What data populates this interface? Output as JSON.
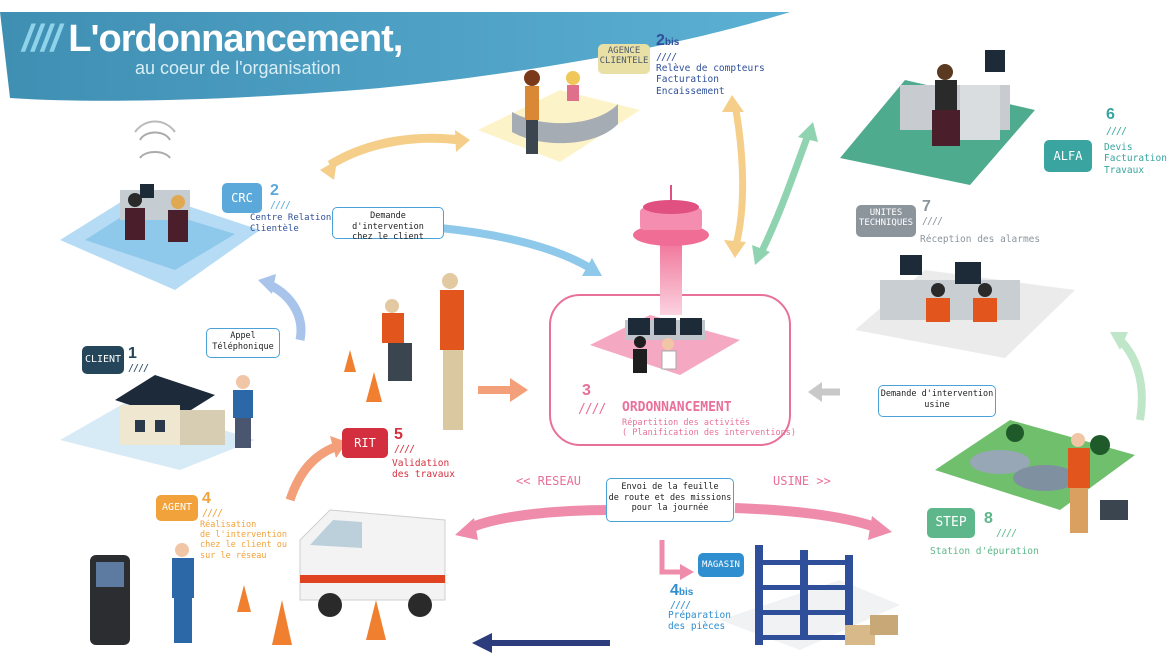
{
  "header": {
    "slashes": "////",
    "title": "L'ordonnancement,",
    "subtitle": "au coeur de l'organisation"
  },
  "nodes": {
    "agence": {
      "tag": "AGENCE\nCLIENTELE",
      "number": "2",
      "suffix": "bis",
      "slashes": "////",
      "desc": "Relève de compteurs\nFacturation\nEncaissement"
    },
    "crc": {
      "tag": "CRC",
      "number": "2",
      "slashes": "////",
      "desc": "Centre Relation\nClientèle"
    },
    "alfa": {
      "tag": "ALFA",
      "number": "6",
      "slashes": "////",
      "desc": "Devis\nFacturation\nTravaux"
    },
    "unites": {
      "tag": "UNITES\nTECHNIQUES",
      "number": "7",
      "slashes": "////",
      "desc": "Réception des alarmes"
    },
    "client": {
      "tag": "CLIENT",
      "number": "1",
      "slashes": "////"
    },
    "ordo": {
      "number": "3",
      "slashes": "////",
      "title": "ORDONNANCEMENT",
      "desc": "Répartition des activités\n( Planification des interventions)"
    },
    "rit": {
      "tag": "RIT",
      "number": "5",
      "slashes": "////",
      "desc": "Validation\ndes travaux"
    },
    "agent": {
      "tag": "AGENT",
      "number": "4",
      "slashes": "////",
      "desc": "Réalisation\nde l'intervention\nchez le client ou\nsur le réseau"
    },
    "magasin": {
      "tag": "MAGASIN",
      "number": "4",
      "suffix": "bis",
      "slashes": "////",
      "desc": "Préparation\ndes pièces"
    },
    "step": {
      "tag": "STEP",
      "number": "8",
      "slashes": "////",
      "desc": "Station d'épuration"
    }
  },
  "boxes": {
    "demande_client": "Demande d'intervention\nchez le client",
    "appel": "Appel\nTéléphonique",
    "demande_usine": "Demande d'intervention\nusine",
    "envoi": "Envoi de la feuille\nde route et des missions\npour la journée"
  },
  "labels": {
    "reseau": "<< RESEAU",
    "usine": "USINE >>"
  },
  "colors": {
    "banner": "#4a9cc0",
    "blue_tag": "#5aa9da",
    "ordo_pink": "#e8709a",
    "rit_red": "#d32f3f",
    "agent_orange": "#f2a23a",
    "step_green": "#5db78a",
    "alfa_teal": "#3aa5a0",
    "client_dark": "#24455a",
    "unites_gray": "#8c959c",
    "magasin_blue": "#2f8ecf"
  }
}
